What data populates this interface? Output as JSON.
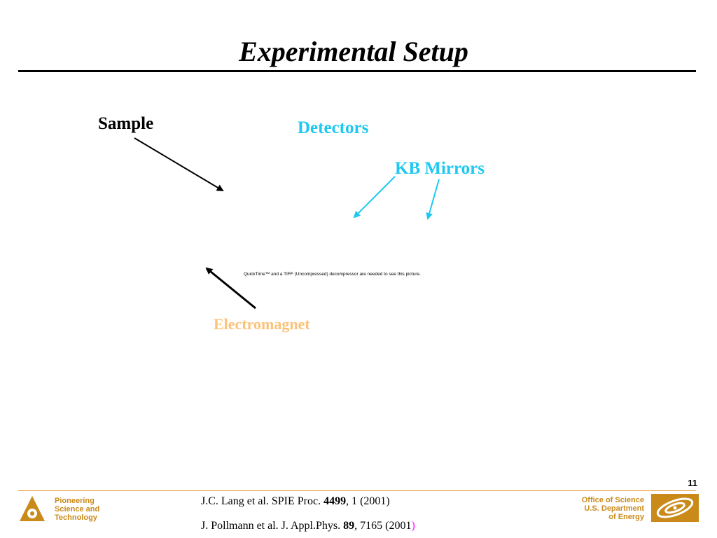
{
  "slide": {
    "title": "Experimental Setup",
    "page_number": "11"
  },
  "labels": {
    "sample": "Sample",
    "detectors": "Detectors",
    "kb_mirrors": "KB Mirrors",
    "electromagnet": "Electromagnet",
    "image_placeholder": "QuickTime™ and a TIFF (Uncompressed) decompressor are needed to see this picture."
  },
  "footer": {
    "left_org": [
      "Pioneering",
      "Science and",
      "Technology"
    ],
    "right_org": [
      "Office of Science",
      "U.S. Department",
      "of Energy"
    ],
    "references": [
      {
        "pre": "J.C. Lang et al. SPIE Proc. ",
        "bold": "4499",
        "post": ", 1 (2001)",
        "trail": ""
      },
      {
        "pre": "J. Pollmann et al. J. Appl.Phys. ",
        "bold": "89",
        "post": ", 7165 (2001",
        "trail": ")"
      }
    ]
  },
  "colors": {
    "accent_cyan": "#1ec8f0",
    "accent_orange": "#fbc27a",
    "footer_gold": "#c98a1a",
    "footer_rule": "#e8a33d"
  }
}
